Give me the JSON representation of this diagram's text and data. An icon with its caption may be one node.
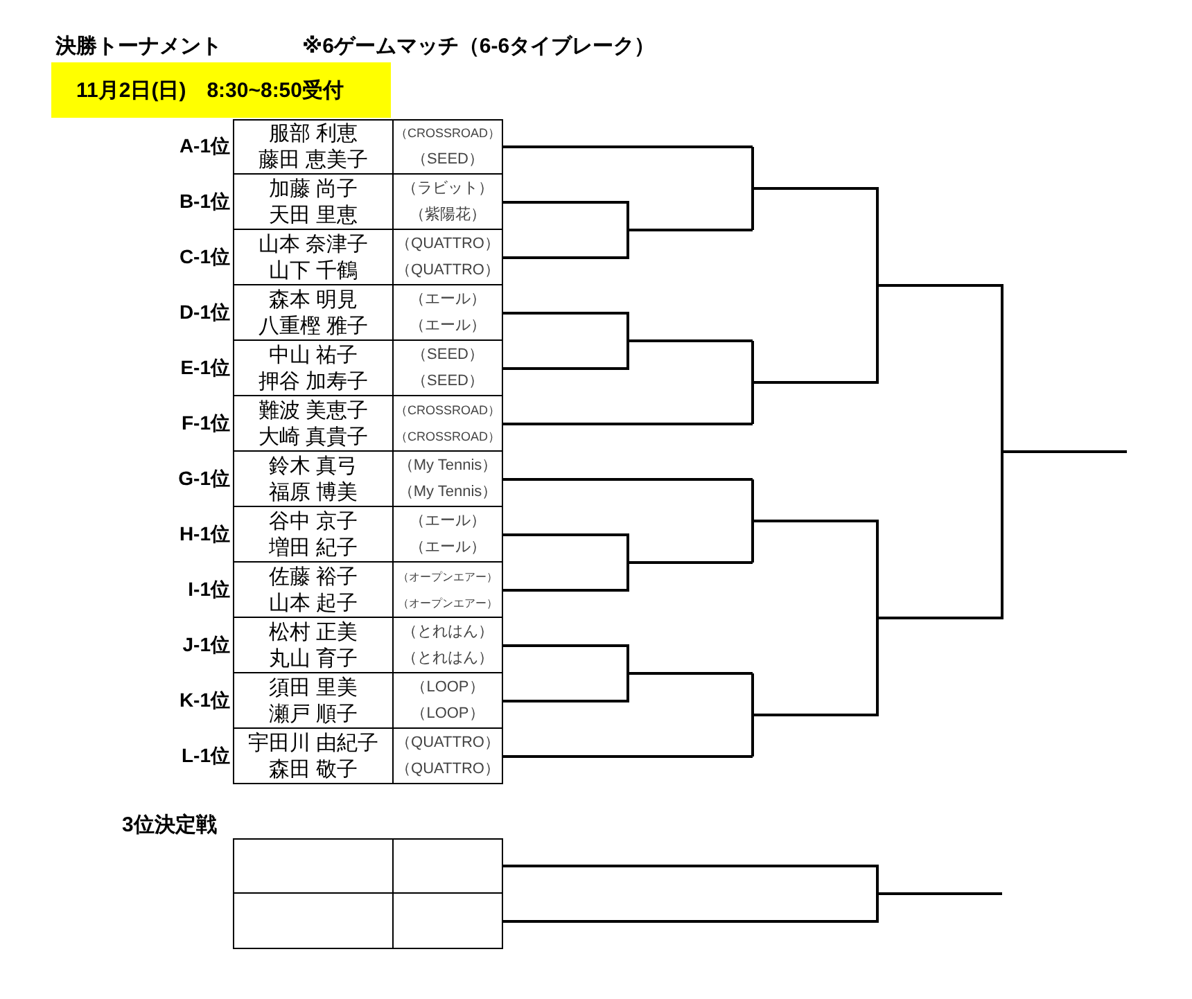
{
  "diagram": {
    "title": "決勝トーナメント",
    "nodes": [
      {
        "text": [
          "11月2日(日)　8:30~8:50受付"
        ]
      },
      {
        "text": [
          "服部 利恵",
          "藤田 恵美子",
          "（CROSSROAD）",
          "（SEED）"
        ],
        "beside": [
          "A-1位"
        ]
      },
      {
        "text": [
          "加藤 尚子",
          "天田 里恵",
          "（ラビット）",
          "（紫陽花）"
        ],
        "beside": [
          "B-1位"
        ]
      },
      {
        "text": [
          "山本 奈津子",
          "山下 千鶴",
          "（QUATTRO）",
          "（QUATTRO）"
        ],
        "beside": [
          "C-1位"
        ]
      },
      {
        "text": [
          "森本 明見",
          "八重樫 雅子",
          "（エール）",
          "（エール）"
        ],
        "beside": [
          "D-1位"
        ]
      },
      {
        "text": [
          "中山 祐子",
          "押谷 加寿子",
          "（SEED）",
          "（SEED）"
        ],
        "beside": [
          "E-1位"
        ]
      },
      {
        "text": [
          "難波 美恵子",
          "大崎 真貴子",
          "（CROSSROAD）",
          "（CROSSROAD）"
        ],
        "beside": [
          "F-1位"
        ]
      },
      {
        "text": [
          "鈴木 真弓",
          "福原 博美",
          "（My Tennis）",
          "（My Tennis）"
        ],
        "beside": [
          "G-1位"
        ]
      },
      {
        "text": [
          "谷中 京子",
          "増田 紀子",
          "（エール）",
          "（エール）"
        ],
        "beside": [
          "H-1位"
        ]
      },
      {
        "text": [
          "佐藤 裕子",
          "山本 起子",
          "（オープンエアー）",
          "（オープンエアー）"
        ],
        "beside": [
          "I-1位"
        ]
      },
      {
        "text": [
          "松村 正美",
          "丸山 育子",
          "（とれはん）",
          "（とれはん）"
        ],
        "beside": [
          "J-1位"
        ]
      },
      {
        "text": [
          "須田 里美",
          "瀬戸 順子",
          "（LOOP）",
          "（LOOP）"
        ],
        "beside": [
          "K-1位"
        ]
      },
      {
        "text": [
          "宇田川 由紀子",
          "森田 敬子",
          "（QUATTRO）",
          "（QUATTRO）"
        ],
        "beside": [
          "L-1位"
        ]
      },
      {
        "text": [],
        "shape": "box"
      },
      {
        "text": [],
        "shape": "box"
      }
    ],
    "labels": [
      "※6ゲームマッチ（6-6タイブレーク）",
      "3位決定戦"
    ]
  }
}
